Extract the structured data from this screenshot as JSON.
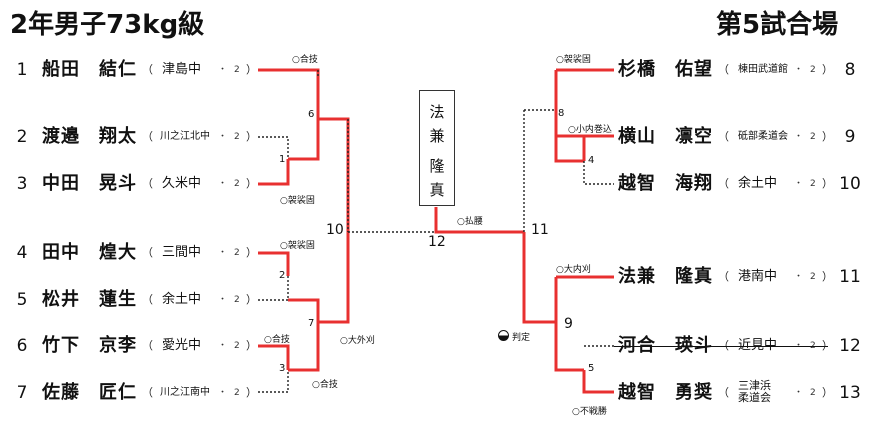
{
  "header": {
    "event_title": "2年男子73kg級",
    "venue": "第5試合場"
  },
  "entries_left": [
    {
      "seed": "1",
      "name": "船田　結仁",
      "school": "津島中",
      "grade": "2"
    },
    {
      "seed": "2",
      "name": "渡邉　翔太",
      "school": "川之江北中",
      "grade": "2"
    },
    {
      "seed": "3",
      "name": "中田　晃斗",
      "school": "久米中",
      "grade": "2"
    },
    {
      "seed": "4",
      "name": "田中　煌大",
      "school": "三間中",
      "grade": "2"
    },
    {
      "seed": "5",
      "name": "松井　蓮生",
      "school": "余土中",
      "grade": "2"
    },
    {
      "seed": "6",
      "name": "竹下　京李",
      "school": "愛光中",
      "grade": "2"
    },
    {
      "seed": "7",
      "name": "佐藤　匠仁",
      "school": "川之江南中",
      "grade": "2"
    }
  ],
  "entries_right": [
    {
      "seed": "8",
      "name": "杉橋　佑望",
      "school": "棟田武道館",
      "grade": "2"
    },
    {
      "seed": "9",
      "name": "横山　凛空",
      "school": "砥部柔道会",
      "grade": "2"
    },
    {
      "seed": "10",
      "name": "越智　海翔",
      "school": "余土中",
      "grade": "2"
    },
    {
      "seed": "11",
      "name": "法兼　隆真",
      "school": "港南中",
      "grade": "2"
    },
    {
      "seed": "12",
      "name": "河合　瑛斗",
      "school": "近見中",
      "grade": "2"
    },
    {
      "seed": "13",
      "name": "越智　勇奨",
      "school_line1": "三津浜",
      "school_line2": "柔道会",
      "grade": "2"
    }
  ],
  "paren_open": "（",
  "paren_close": "）",
  "dot": "・",
  "champion": {
    "line1": "法",
    "line2": "兼",
    "line3": "隆",
    "line4": "真"
  },
  "match_numbers": {
    "m1": "1",
    "m2": "2",
    "m3": "3",
    "m4": "4",
    "m5": "5",
    "m6": "6",
    "m7": "7",
    "m8": "8",
    "m9": "9",
    "m10": "10",
    "m11": "11",
    "m12": "12"
  },
  "results": {
    "m6": "○合技",
    "m1": "○袈裟固",
    "m2": "○袈裟固",
    "m3_top": "○合技",
    "m3_bottom": "○合技",
    "m7": "○大外刈",
    "m12": "○払腰",
    "m8": "○袈裟固",
    "m4": "○小内巻込",
    "m11_top": "○大内刈",
    "m9": "判定",
    "m5": "○不戦勝"
  },
  "colors": {
    "winner_line": "#e83030",
    "loser_line": "#333333"
  }
}
